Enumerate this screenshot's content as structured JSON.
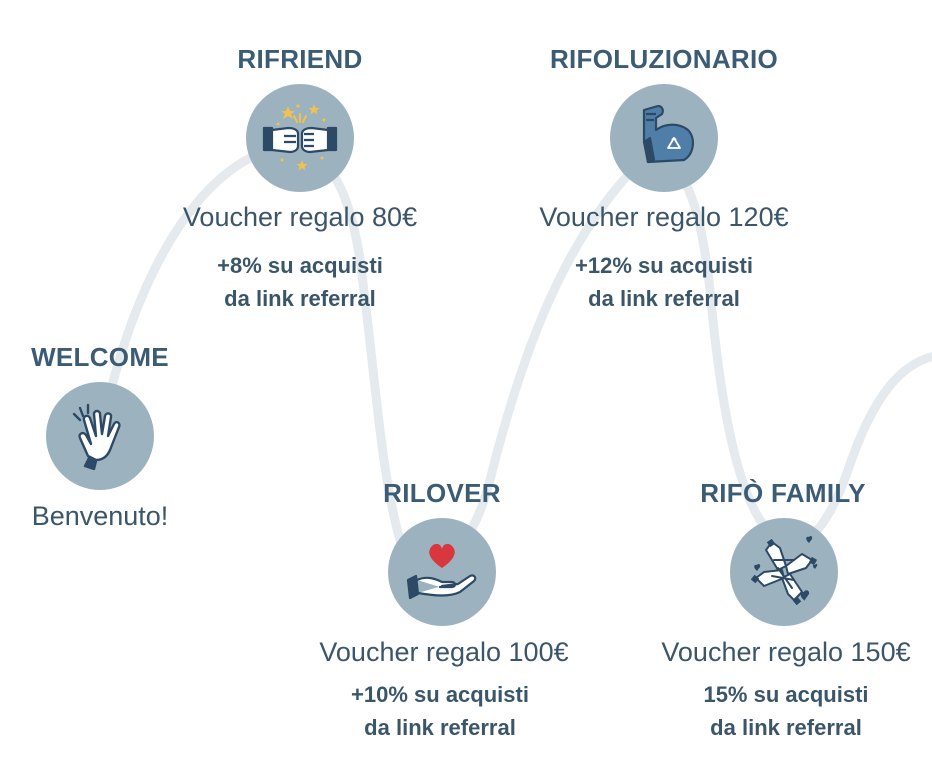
{
  "levels": [
    {
      "title": "WELCOME",
      "icon": "waving-hand-icon",
      "text": "Benvenuto!"
    },
    {
      "title": "RIFRIEND",
      "icon": "fist-bump-icon",
      "voucher": "Voucher regalo 80€",
      "bonus_line1": "+8% su acquisti",
      "bonus_line2": "da link referral"
    },
    {
      "title": "RILOVER",
      "icon": "heart-in-hand-icon",
      "voucher": "Voucher regalo 100€",
      "bonus_line1": "+10% su acquisti",
      "bonus_line2": "da link referral"
    },
    {
      "title": "RIFOLUZIONARIO",
      "icon": "flexed-arm-recycle-icon",
      "voucher": "Voucher regalo 120€",
      "bonus_line1": "+12% su acquisti",
      "bonus_line2": "da link referral"
    },
    {
      "title": "RIFÒ FAMILY",
      "icon": "joined-hands-hearts-icon",
      "voucher": "Voucher regalo 150€",
      "bonus_line1": "15% su acquisti",
      "bonus_line2": "da link referral"
    }
  ],
  "colors": {
    "path": "#e4eaee",
    "badge": "#9cb3bf",
    "title": "#3b5c74",
    "text": "#3b5569",
    "heart": "#d9363e",
    "star": "#f2c14e",
    "navy": "#2c4a66"
  }
}
